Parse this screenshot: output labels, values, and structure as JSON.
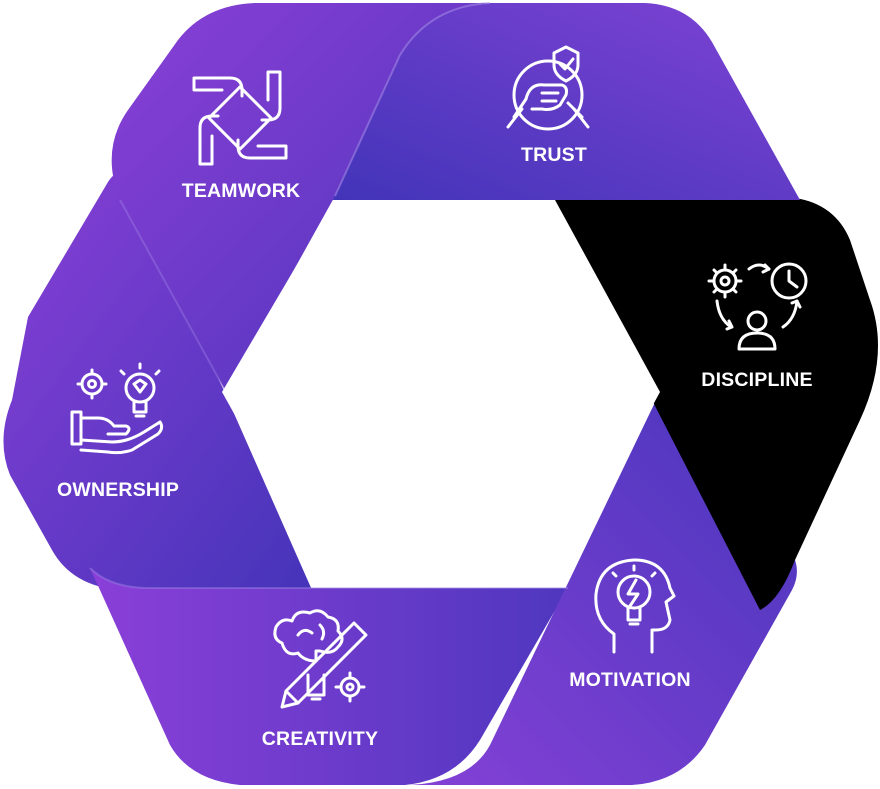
{
  "diagram": {
    "segments": [
      {
        "id": "trust",
        "label": "TRUST",
        "icon": "handshake-shield-icon",
        "color": "purple"
      },
      {
        "id": "discipline",
        "label": "DISCIPLINE",
        "icon": "gear-clock-person-cycle-icon",
        "color": "black"
      },
      {
        "id": "motivation",
        "label": "MOTIVATION",
        "icon": "head-lightbulb-icon",
        "color": "purple"
      },
      {
        "id": "creativity",
        "label": "CREATIVITY",
        "icon": "brain-pencil-gear-icon",
        "color": "purple"
      },
      {
        "id": "ownership",
        "label": "OWNERSHIP",
        "icon": "hand-gear-lightbulb-icon",
        "color": "purple"
      },
      {
        "id": "teamwork",
        "label": "TEAMWORK",
        "icon": "four-hands-icon",
        "color": "purple"
      }
    ],
    "colors": {
      "purple_light": "#8a3fd6",
      "purple_dark": "#4a33b8",
      "black": "#000000",
      "icon_stroke": "#ffffff"
    }
  }
}
